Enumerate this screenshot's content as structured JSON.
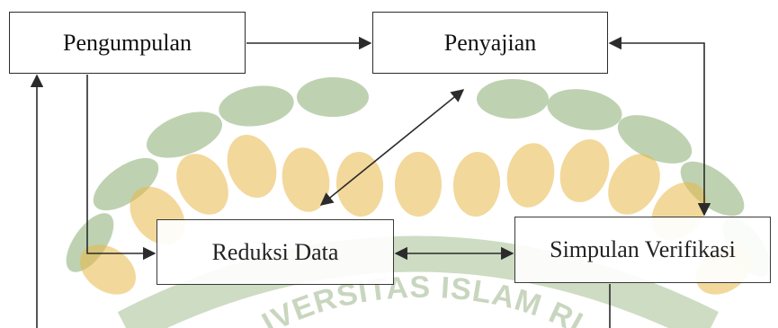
{
  "diagram": {
    "nodes": {
      "pengumpulan": {
        "label": "Pengumpulan"
      },
      "penyajian": {
        "label": "Penyajian"
      },
      "reduksi": {
        "label": "Reduksi Data"
      },
      "simpulan": {
        "label": "Simpulan Verifikasi"
      }
    },
    "edges": [
      {
        "from": "pengumpulan",
        "to": "penyajian",
        "direction": "forward"
      },
      {
        "from": "penyajian",
        "to": "reduksi",
        "direction": "both"
      },
      {
        "from": "penyajian",
        "to": "simpulan",
        "direction": "both"
      },
      {
        "from": "pengumpulan",
        "to": "reduksi",
        "direction": "forward"
      },
      {
        "from": "reduksi",
        "to": "simpulan",
        "direction": "both"
      },
      {
        "from": "simpulan",
        "to": "pengumpulan",
        "direction": "forward"
      }
    ]
  },
  "watermark": {
    "text": "UNIVERSITAS ISLAM RIAU",
    "colors": {
      "gold": "#e8b94a",
      "green": "#6f9a52"
    }
  },
  "colors": {
    "line": "#2b2b2b",
    "box_border": "#2b2b2b",
    "background": "#ffffff"
  }
}
